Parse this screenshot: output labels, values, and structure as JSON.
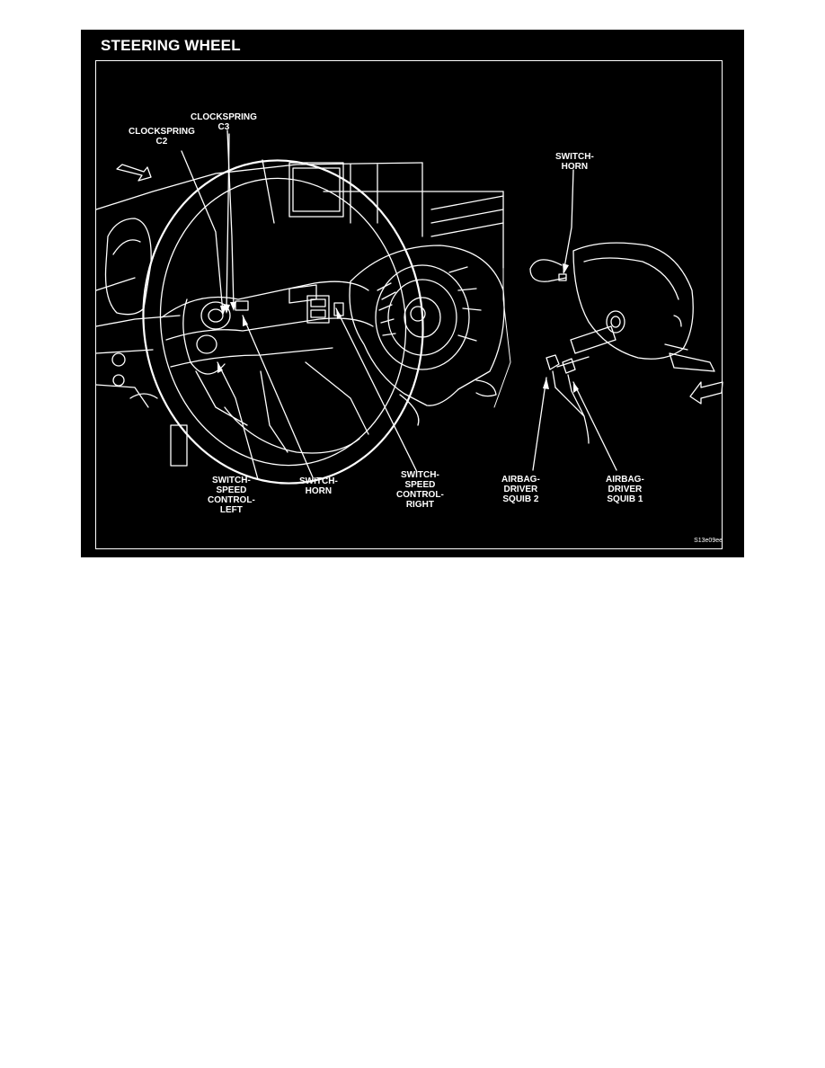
{
  "title": "STEERING WHEEL",
  "labels": {
    "clockspring_c3": [
      "CLOCKSPRING",
      "C3"
    ],
    "clockspring_c2": [
      "CLOCKSPRING",
      "C2"
    ],
    "switch_horn_top": [
      "SWITCH-",
      "HORN"
    ],
    "switch_speed_left": [
      "SWITCH-",
      "SPEED",
      "CONTROL-",
      "LEFT"
    ],
    "switch_horn_bottom": [
      "SWITCH-",
      "HORN"
    ],
    "switch_speed_right": [
      "SWITCH-",
      "SPEED",
      "CONTROL-",
      "RIGHT"
    ],
    "airbag_squib_2": [
      "AIRBAG-",
      "DRIVER",
      "SQUIB 2"
    ],
    "airbag_squib_1": [
      "AIRBAG-",
      "DRIVER",
      "SQUIB 1"
    ]
  },
  "figure_code": "S13e09ee",
  "colors": {
    "background": "#000000",
    "linework": "#ffffff",
    "page": "#ffffff"
  }
}
